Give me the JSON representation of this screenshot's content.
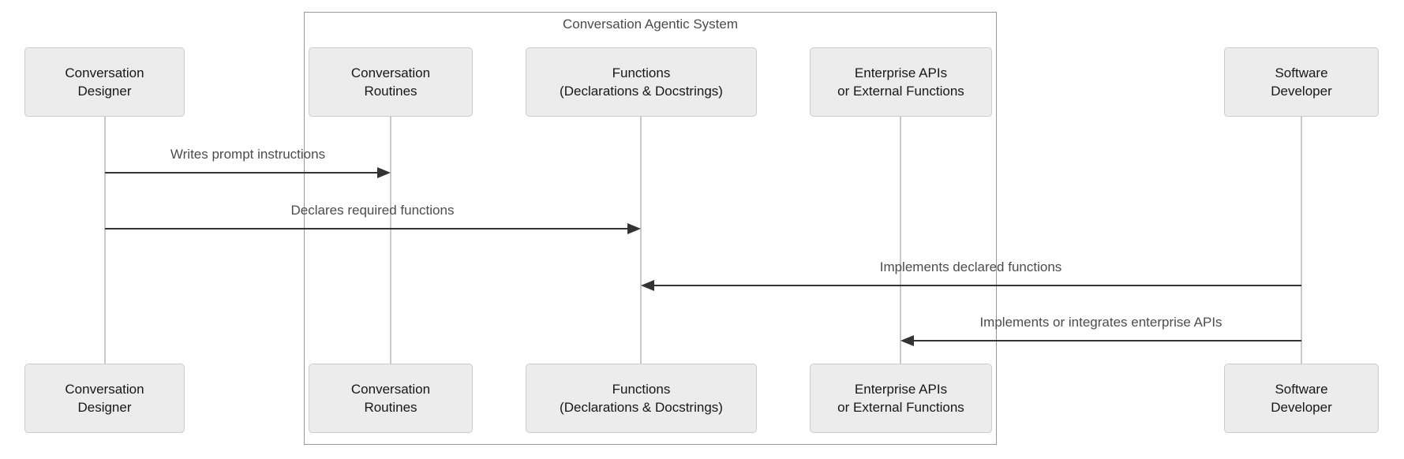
{
  "diagram": {
    "type": "sequence-diagram",
    "system_box": {
      "title": "Conversation Agentic System",
      "contains": [
        "Conversation Routines",
        "Functions (Declarations & Docstrings)",
        "Enterprise APIs or External Functions"
      ]
    },
    "actors": [
      {
        "id": "conversation-designer",
        "label": "Conversation\nDesigner",
        "in_system_box": false
      },
      {
        "id": "conversation-routines",
        "label": "Conversation\nRoutines",
        "in_system_box": true
      },
      {
        "id": "functions",
        "label": "Functions\n(Declarations & Docstrings)",
        "in_system_box": true
      },
      {
        "id": "enterprise-apis",
        "label": "Enterprise APIs\nor External Functions",
        "in_system_box": true
      },
      {
        "id": "software-developer",
        "label": "Software\nDeveloper",
        "in_system_box": false
      }
    ],
    "messages": [
      {
        "from": "conversation-designer",
        "to": "conversation-routines",
        "label": "Writes prompt instructions",
        "direction": "right",
        "line_style": "solid"
      },
      {
        "from": "conversation-designer",
        "to": "functions",
        "label": "Declares required functions",
        "direction": "right",
        "line_style": "solid"
      },
      {
        "from": "software-developer",
        "to": "functions",
        "label": "Implements declared functions",
        "direction": "left",
        "line_style": "solid"
      },
      {
        "from": "software-developer",
        "to": "enterprise-apis",
        "label": "Implements or integrates enterprise APIs",
        "direction": "left",
        "line_style": "solid"
      }
    ],
    "colors": {
      "background": "#ffffff",
      "actor_fill": "#ececec",
      "actor_border": "#cccccc",
      "actor_text": "#171717",
      "lifeline": "#c9c9c9",
      "arrow": "#333333",
      "message_text": "#4c4c4c",
      "system_box_border": "#989898",
      "system_box_title_text": "#4a4a4a"
    }
  }
}
